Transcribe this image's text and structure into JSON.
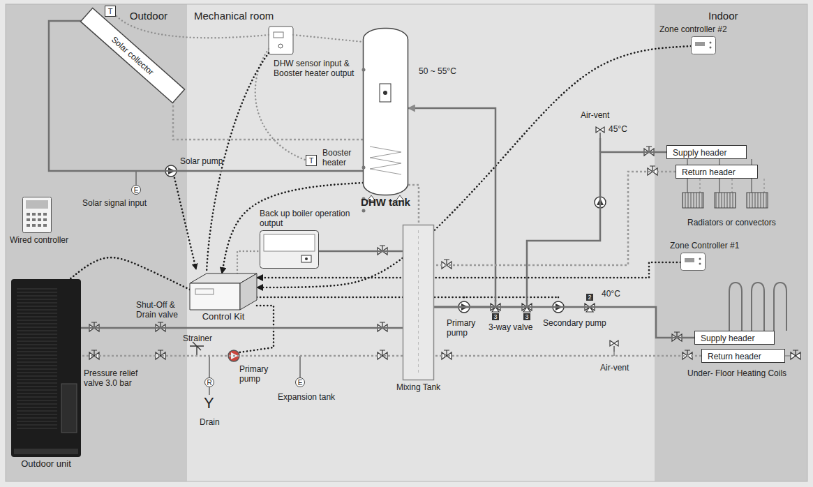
{
  "diagram": {
    "nodes": [
      {
        "text": [
          "Outdoor"
        ]
      },
      {
        "text": [
          "Mechanical room"
        ]
      },
      {
        "text": [
          "Indoor"
        ]
      },
      {
        "text": [
          "Solar collector"
        ],
        "in": 0
      },
      {
        "text": [
          "Supply header"
        ],
        "in": 2
      },
      {
        "text": [
          "Return header"
        ],
        "in": 2
      },
      {
        "text": [
          "Zone controller #2"
        ],
        "in": 2
      },
      {
        "text": [
          "Zone Controller #1"
        ],
        "in": 2
      },
      {
        "text": [
          "Supply header"
        ],
        "in": 2
      },
      {
        "text": [
          "Return header"
        ],
        "in": 2
      },
      {
        "text": [
          "Control Kit"
        ],
        "in": 1
      },
      {
        "text": [
          "DHW tank"
        ],
        "in": 1
      },
      {
        "text": [
          "Outdoor unit"
        ],
        "in": 0
      },
      {
        "text": [
          "Mixing Tank"
        ],
        "in": 1
      },
      {
        "text": [
          "Wired controller"
        ],
        "in": 0
      },
      {
        "text": [
          "Back up boiler operation output"
        ],
        "in": 1
      }
    ],
    "edges": [
      {
        "from": 3,
        "to": 11,
        "arrow": "none"
      },
      {
        "from": 11,
        "to": 3,
        "arrow": "none"
      },
      {
        "from": 6,
        "to": 10,
        "arrow": "to"
      },
      {
        "from": 7,
        "to": 10,
        "arrow": "to"
      },
      {
        "from": 11,
        "to": 10,
        "arrow": "to"
      },
      {
        "from": 10,
        "to": 12,
        "arrow": "none"
      },
      {
        "from": 10,
        "to": 15,
        "arrow": "none"
      },
      {
        "from": 12,
        "to": 13,
        "arrow": "none"
      },
      {
        "from": 13,
        "to": 12,
        "arrow": "none"
      },
      {
        "from": 15,
        "to": 13,
        "arrow": "none"
      },
      {
        "from": 13,
        "to": 11,
        "arrow": "to"
      },
      {
        "from": 11,
        "to": 13,
        "arrow": "none"
      },
      {
        "from": 13,
        "to": 4,
        "arrow": "none"
      },
      {
        "from": 5,
        "to": 13,
        "arrow": "none"
      },
      {
        "from": 13,
        "to": 8,
        "arrow": "none"
      },
      {
        "from": 9,
        "to": 13,
        "arrow": "none"
      }
    ],
    "labels": [
      "DHW sensor input & Booster heater output",
      "Solar pump",
      "Solar signal input",
      "Booster heater",
      "50 ~ 55°C",
      "Air-vent",
      "45°C",
      "Radiators or convectors",
      "40°C",
      "Secondary pump",
      "Primary pump",
      "3-way valve",
      "Air-vent",
      "Under- Floor Heating Coils",
      "Shut-Off & Drain valve",
      "Pressure relief valve 3.0 bar",
      "Strainer",
      "Primary pump",
      "Expansion tank",
      "Drain",
      "Y",
      "T",
      "T",
      "E",
      "E",
      "R",
      "3",
      "3",
      "2"
    ]
  }
}
